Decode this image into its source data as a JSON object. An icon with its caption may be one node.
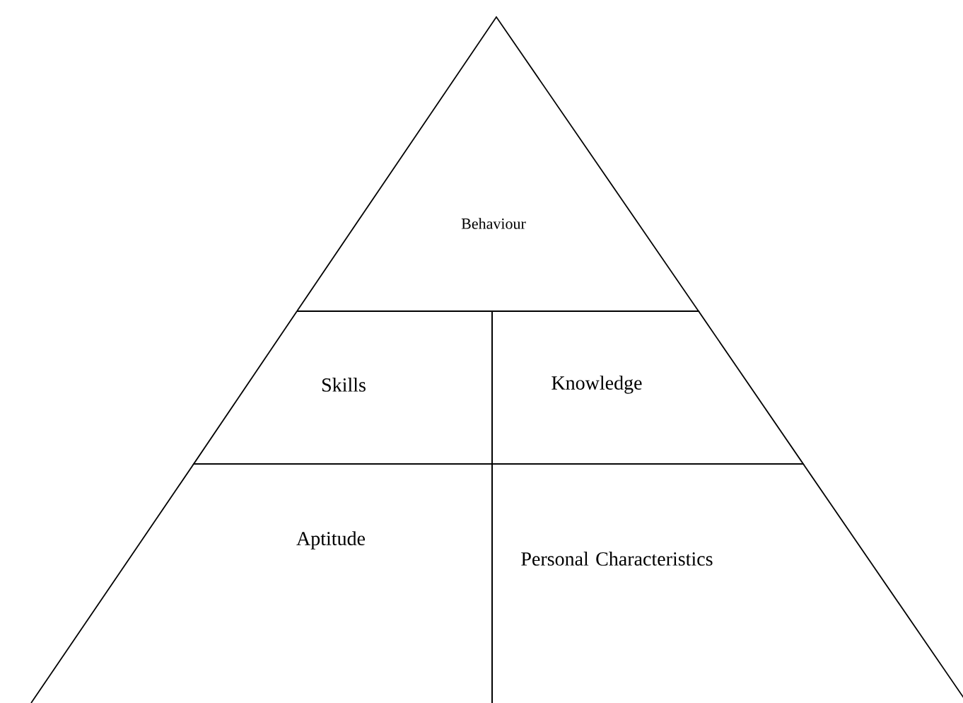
{
  "diagram": {
    "nodes": [
      {
        "text": [
          "Behaviour"
        ]
      },
      {
        "text": [
          "Skills"
        ]
      },
      {
        "text": [
          "Knowledge"
        ]
      },
      {
        "text": [
          "Aptitude"
        ]
      },
      {
        "text": [
          "Personal Characteristics"
        ]
      }
    ]
  }
}
